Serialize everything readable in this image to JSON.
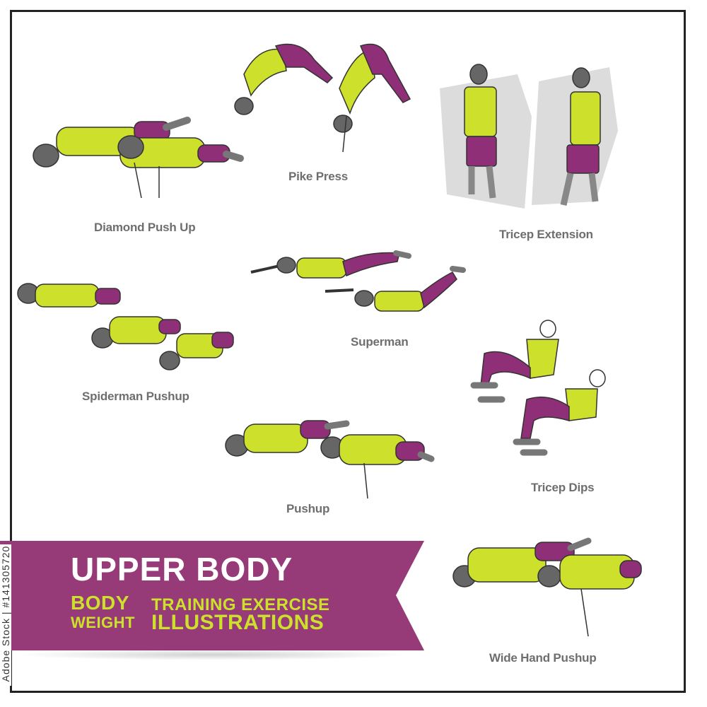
{
  "colors": {
    "shirt": "#cde12c",
    "shorts": "#8f2f77",
    "banner": "#963a78",
    "label": "#6e6e6e",
    "skin": "#ffffff",
    "hair": "#555555"
  },
  "banner": {
    "title": "UPPER BODY",
    "sub_left_1": "BODY",
    "sub_left_2": "WEIGHT",
    "sub_right_1": "TRAINING EXERCISE",
    "sub_right_2": "ILLUSTRATIONS"
  },
  "side_id": "Adobe Stock | #141305720",
  "exercises": {
    "diamond_push_up": "Diamond Push Up",
    "pike_press": "Pike Press",
    "tricep_extension": "Tricep Extension",
    "superman": "Superman",
    "spiderman_pushup": "Spiderman Pushup",
    "tricep_dips": "Tricep Dips",
    "pushup": "Pushup",
    "wide_hand_pushup": "Wide Hand Pushup"
  }
}
